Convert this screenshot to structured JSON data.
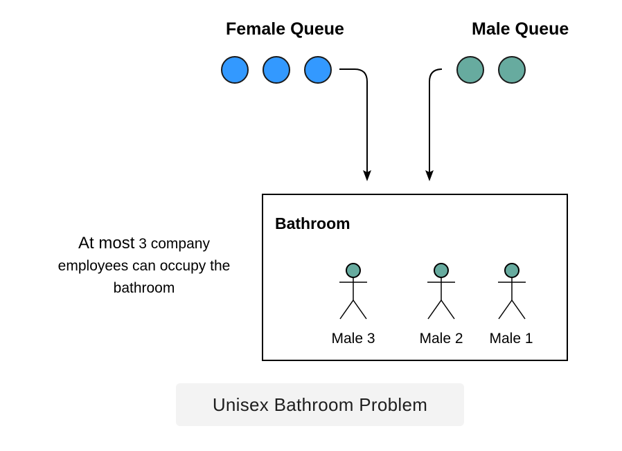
{
  "queues": {
    "female": {
      "title": "Female Queue",
      "color": "#3399ff",
      "count": 3
    },
    "male": {
      "title": "Male Queue",
      "color": "#67ab9f",
      "count": 2
    }
  },
  "bathroom": {
    "title": "Bathroom",
    "occupants": [
      {
        "label": "Male 3",
        "head_color": "#67ab9f"
      },
      {
        "label": "Male 2",
        "head_color": "#67ab9f"
      },
      {
        "label": "Male 1",
        "head_color": "#67ab9f"
      }
    ]
  },
  "note": {
    "part1": "At most",
    "part2": " 3 company employees can occupy the bathroom"
  },
  "caption": "Unisex Bathroom Problem"
}
